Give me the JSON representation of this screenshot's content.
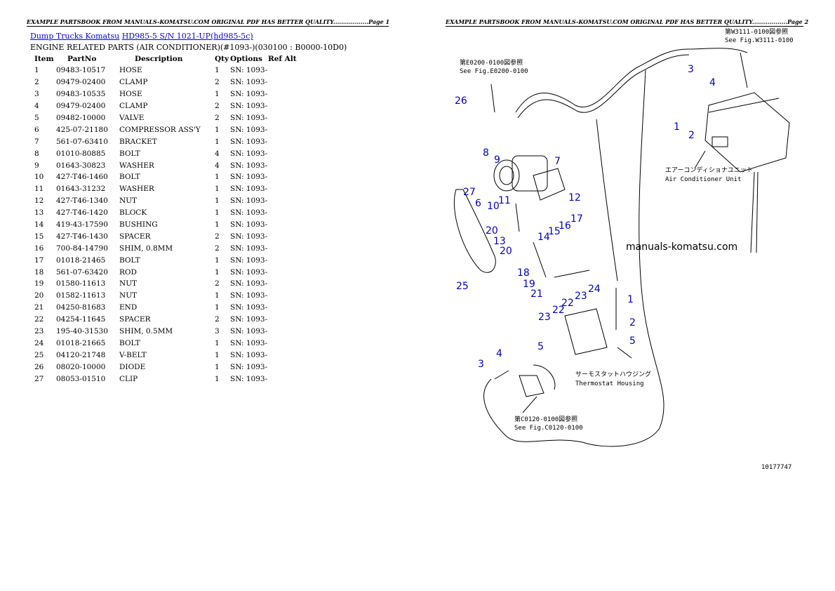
{
  "header_text": "EXAMPLE PARTSBOOK FROM MANUALS-KOMATSU.COM ORIGINAL PDF HAS BETTER QUALITY..................Page 1",
  "header_text_2": "EXAMPLE PARTSBOOK FROM MANUALS-KOMATSU.COM ORIGINAL PDF HAS BETTER QUALITY..................Page 2",
  "breadcrumb": {
    "link1": "Dump Trucks Komatsu",
    "link2": "HD985-5 S/N 1021-UP(hd985-5c)"
  },
  "subtitle": "ENGINE RELATED PARTS (AIR CONDITIONER)(#1093-)(030100 : B0000-10D0)",
  "columns": [
    "Item",
    "PartNo",
    "Description",
    "Qty",
    "Options",
    "Ref Alt"
  ],
  "rows": [
    {
      "item": "1",
      "part": "09483-10517",
      "desc": "HOSE",
      "qty": "1",
      "opt": "SN: 1093-",
      "ref": ""
    },
    {
      "item": "2",
      "part": "09479-02400",
      "desc": "CLAMP",
      "qty": "2",
      "opt": "SN: 1093-",
      "ref": ""
    },
    {
      "item": "3",
      "part": "09483-10535",
      "desc": "HOSE",
      "qty": "1",
      "opt": "SN: 1093-",
      "ref": ""
    },
    {
      "item": "4",
      "part": "09479-02400",
      "desc": "CLAMP",
      "qty": "2",
      "opt": "SN: 1093-",
      "ref": ""
    },
    {
      "item": "5",
      "part": "09482-10000",
      "desc": "VALVE",
      "qty": "2",
      "opt": "SN: 1093-",
      "ref": ""
    },
    {
      "item": "6",
      "part": "425-07-21180",
      "desc": "COMPRESSOR ASS'Y",
      "qty": "1",
      "opt": "SN: 1093-",
      "ref": ""
    },
    {
      "item": "7",
      "part": "561-07-63410",
      "desc": "BRACKET",
      "qty": "1",
      "opt": "SN: 1093-",
      "ref": ""
    },
    {
      "item": "8",
      "part": "01010-80885",
      "desc": "BOLT",
      "qty": "4",
      "opt": "SN: 1093-",
      "ref": ""
    },
    {
      "item": "9",
      "part": "01643-30823",
      "desc": "WASHER",
      "qty": "4",
      "opt": "SN: 1093-",
      "ref": ""
    },
    {
      "item": "10",
      "part": "427-T46-1460",
      "desc": "BOLT",
      "qty": "1",
      "opt": "SN: 1093-",
      "ref": ""
    },
    {
      "item": "11",
      "part": "01643-31232",
      "desc": "WASHER",
      "qty": "1",
      "opt": "SN: 1093-",
      "ref": ""
    },
    {
      "item": "12",
      "part": "427-T46-1340",
      "desc": "NUT",
      "qty": "1",
      "opt": "SN: 1093-",
      "ref": ""
    },
    {
      "item": "13",
      "part": "427-T46-1420",
      "desc": "BLOCK",
      "qty": "1",
      "opt": "SN: 1093-",
      "ref": ""
    },
    {
      "item": "14",
      "part": "419-43-17590",
      "desc": "BUSHING",
      "qty": "1",
      "opt": "SN: 1093-",
      "ref": ""
    },
    {
      "item": "15",
      "part": "427-T46-1430",
      "desc": "SPACER",
      "qty": "2",
      "opt": "SN: 1093-",
      "ref": ""
    },
    {
      "item": "16",
      "part": "700-84-14790",
      "desc": "SHIM, 0.8MM",
      "qty": "2",
      "opt": "SN: 1093-",
      "ref": ""
    },
    {
      "item": "17",
      "part": "01018-21465",
      "desc": "BOLT",
      "qty": "1",
      "opt": "SN: 1093-",
      "ref": ""
    },
    {
      "item": "18",
      "part": "561-07-63420",
      "desc": "ROD",
      "qty": "1",
      "opt": "SN: 1093-",
      "ref": ""
    },
    {
      "item": "19",
      "part": "01580-11613",
      "desc": "NUT",
      "qty": "2",
      "opt": "SN: 1093-",
      "ref": ""
    },
    {
      "item": "20",
      "part": "01582-11613",
      "desc": "NUT",
      "qty": "1",
      "opt": "SN: 1093-",
      "ref": ""
    },
    {
      "item": "21",
      "part": "04250-81683",
      "desc": "END",
      "qty": "1",
      "opt": "SN: 1093-",
      "ref": ""
    },
    {
      "item": "22",
      "part": "04254-11645",
      "desc": "SPACER",
      "qty": "2",
      "opt": "SN: 1093-",
      "ref": ""
    },
    {
      "item": "23",
      "part": "195-40-31530",
      "desc": "SHIM, 0.5MM",
      "qty": "3",
      "opt": "SN: 1093-",
      "ref": ""
    },
    {
      "item": "24",
      "part": "01018-21665",
      "desc": "BOLT",
      "qty": "1",
      "opt": "SN: 1093-",
      "ref": ""
    },
    {
      "item": "25",
      "part": "04120-21748",
      "desc": "V-BELT",
      "qty": "1",
      "opt": "SN: 1093-",
      "ref": ""
    },
    {
      "item": "26",
      "part": "08020-10000",
      "desc": "DIODE",
      "qty": "1",
      "opt": "SN: 1093-",
      "ref": ""
    },
    {
      "item": "27",
      "part": "08053-01510",
      "desc": "CLIP",
      "qty": "1",
      "opt": "SN: 1093-",
      "ref": ""
    }
  ],
  "diagram": {
    "ref_e0200_jp": "第E0200-0100図参照",
    "ref_e0200_en": "See Fig.E0200-0100",
    "ref_w3111_jp": "第W3111-0100図参照",
    "ref_w3111_en": "See Fig.W3111-0100",
    "ac_unit_jp": "エアーコンディショナユニット",
    "ac_unit_en": "Air Conditioner Unit",
    "thermo_jp": "サーモスタットハウジング",
    "thermo_en": "Thermostat Housing",
    "ref_c0120_jp": "第C0120-0100図参照",
    "ref_c0120_en": "See Fig.C0120-0100",
    "watermark": "manuals-komatsu.com",
    "drawing_no": "10177747",
    "callouts": [
      {
        "label": "26"
      },
      {
        "label": "8"
      },
      {
        "label": "9"
      },
      {
        "label": "7"
      },
      {
        "label": "27"
      },
      {
        "label": "6"
      },
      {
        "label": "10"
      },
      {
        "label": "11"
      },
      {
        "label": "12"
      },
      {
        "label": "17"
      },
      {
        "label": "16"
      },
      {
        "label": "15"
      },
      {
        "label": "14"
      },
      {
        "label": "20"
      },
      {
        "label": "13"
      },
      {
        "label": "20"
      },
      {
        "label": "18"
      },
      {
        "label": "19"
      },
      {
        "label": "21"
      },
      {
        "label": "23"
      },
      {
        "label": "22"
      },
      {
        "label": "22"
      },
      {
        "label": "23"
      },
      {
        "label": "24"
      },
      {
        "label": "25"
      },
      {
        "label": "3"
      },
      {
        "label": "4"
      },
      {
        "label": "1"
      },
      {
        "label": "2"
      },
      {
        "label": "1"
      },
      {
        "label": "2"
      },
      {
        "label": "5"
      },
      {
        "label": "3"
      },
      {
        "label": "4"
      },
      {
        "label": "5"
      }
    ]
  }
}
